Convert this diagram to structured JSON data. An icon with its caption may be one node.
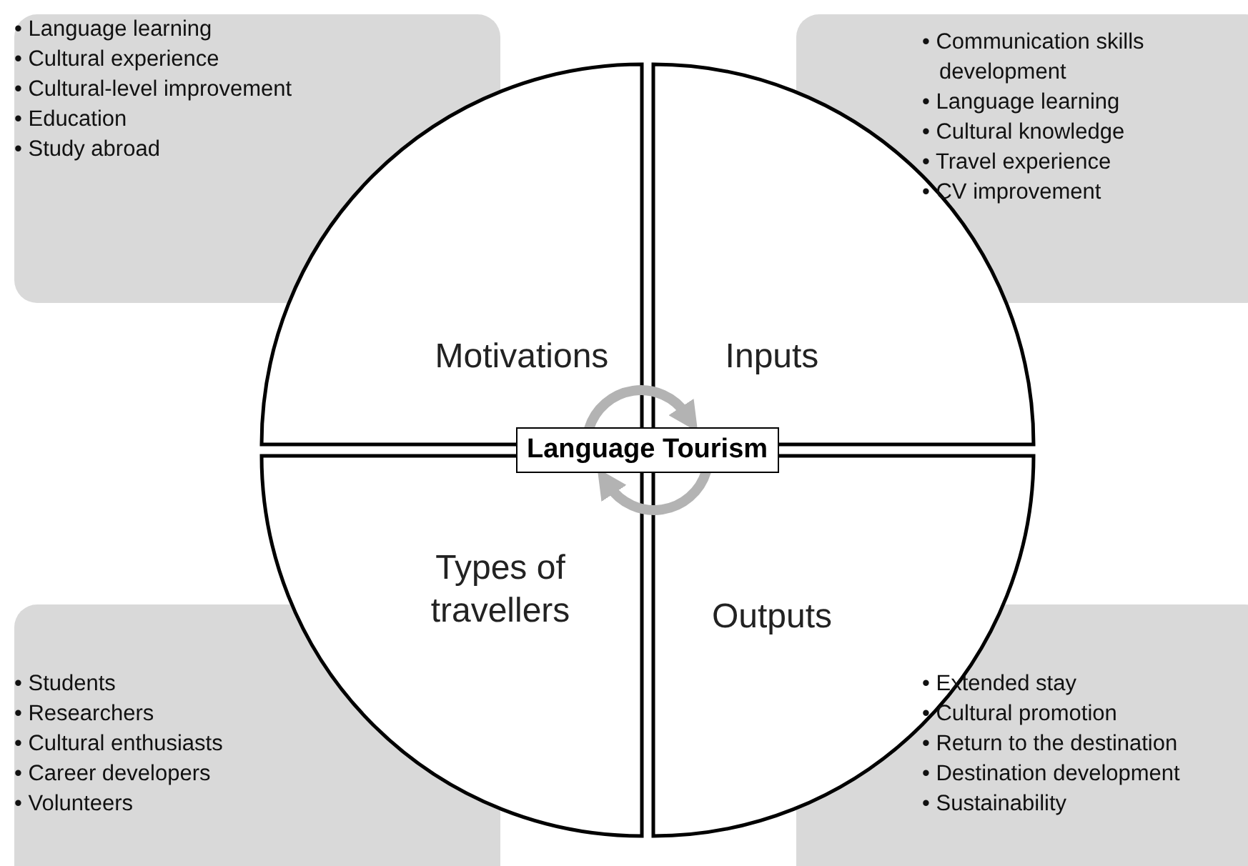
{
  "diagram": {
    "nodes": [
      {
        "text": [
          "• Language learning",
          "• Cultural experience",
          "• Cultural-level improvement",
          "• Education",
          "• Study abroad"
        ]
      },
      {
        "text": [
          "• Communication skills development",
          "• Language learning",
          "• Cultural knowledge",
          "• Travel experience",
          "• CV improvement"
        ]
      },
      {
        "text": [
          "Motivations"
        ]
      },
      {
        "text": [
          "Inputs"
        ]
      },
      {
        "text": [
          "Language Tourism"
        ]
      },
      {
        "text": [
          "Types of travellers"
        ]
      },
      {
        "text": [
          "Outputs"
        ]
      },
      {
        "text": [
          "• Students",
          "• Researchers",
          "• Cultural enthusiasts",
          "• Career developers",
          "• Volunteers"
        ]
      },
      {
        "text": [
          "• Extended stay",
          "• Cultural promotion",
          "• Return to the destination",
          "• Destination development",
          "• Sustainability"
        ]
      }
    ],
    "edges": []
  }
}
